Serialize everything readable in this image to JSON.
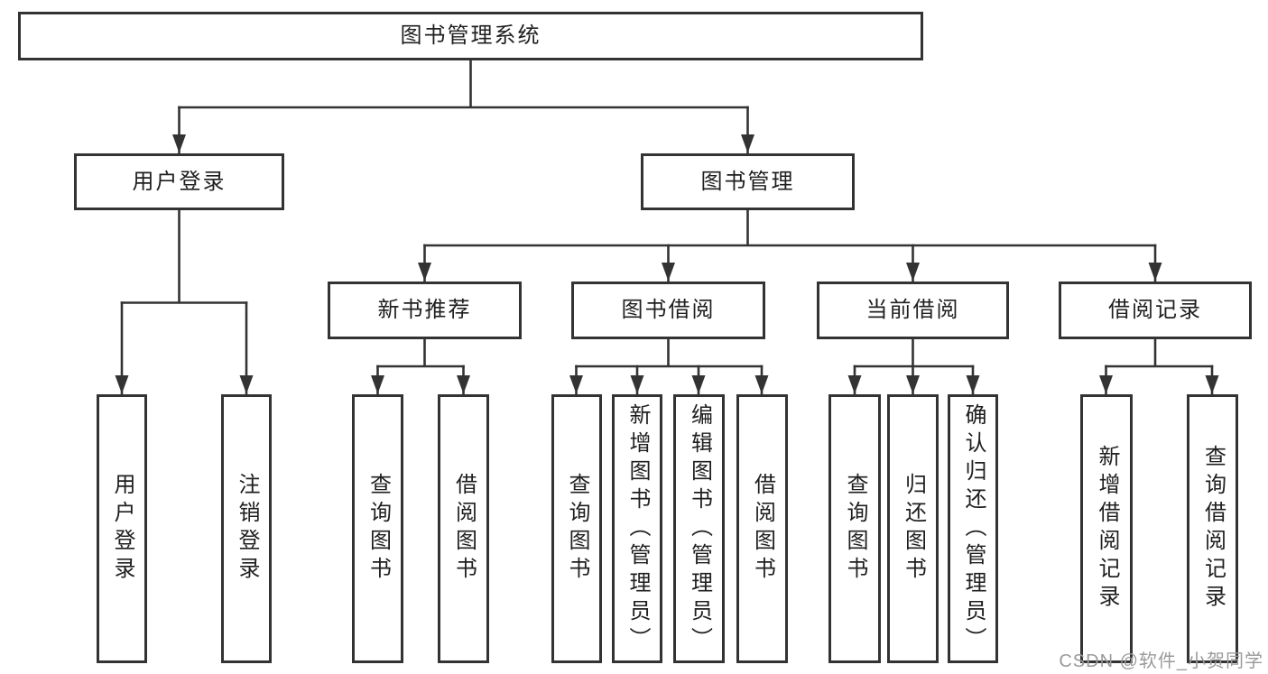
{
  "root": {
    "label": "图书管理系统"
  },
  "level2": {
    "user_login": {
      "label": "用户登录"
    },
    "book_management": {
      "label": "图书管理"
    }
  },
  "level3": {
    "new_book_recommend": {
      "label": "新书推荐"
    },
    "book_borrowing": {
      "label": "图书借阅"
    },
    "current_borrowing": {
      "label": "当前借阅"
    },
    "borrowing_records": {
      "label": "借阅记录"
    }
  },
  "leaves": {
    "user_login": {
      "label": "用户登录"
    },
    "logout": {
      "label": "注销登录"
    },
    "recommend_query_book": {
      "label": "查询图书"
    },
    "recommend_borrow_book": {
      "label": "借阅图书"
    },
    "borrow_query_book": {
      "label": "查询图书"
    },
    "borrow_add_book": {
      "label": "新增图书（管理员）"
    },
    "borrow_edit_book": {
      "label": "编辑图书（管理员）"
    },
    "borrow_borrow_book": {
      "label": "借阅图书"
    },
    "current_query_book": {
      "label": "查询图书"
    },
    "current_return_book": {
      "label": "归还图书"
    },
    "current_confirm_return": {
      "label": "确认归还（管理员）"
    },
    "records_add": {
      "label": "新增借阅记录"
    },
    "records_query": {
      "label": "查询借阅记录"
    }
  },
  "watermark": {
    "text": "CSDN @软件_小贺同学"
  },
  "colors": {
    "line": "#333333",
    "text": "#1f1f1f",
    "background": "#ffffff",
    "watermark": "#9a9a9a"
  }
}
